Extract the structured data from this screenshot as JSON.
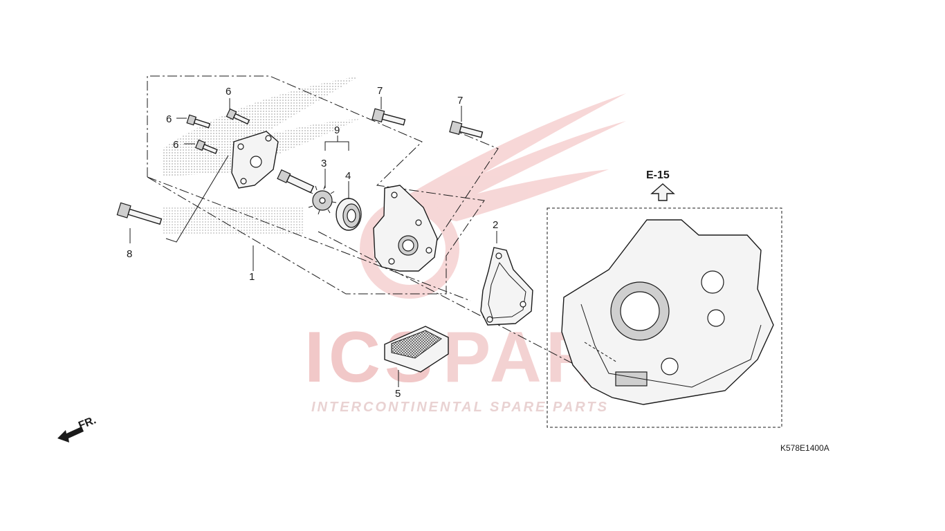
{
  "diagram": {
    "figure_code": "K578E1400A",
    "reference_label": "E-15",
    "front_label": "FR.",
    "callouts": {
      "c1": "1",
      "c2": "2",
      "c3": "3",
      "c4": "4",
      "c5": "5",
      "c6a": "6",
      "c6b": "6",
      "c6c": "6",
      "c7a": "7",
      "c7b": "7",
      "c8": "8",
      "c9": "9"
    }
  },
  "watermark": {
    "brand_ics": "ICS",
    "brand_parts": "PARTS",
    "tagline": "INTERCONTINENTAL SPARE PARTS",
    "background_brand": "HONDA",
    "color": "#f1c8c8"
  },
  "icons": {
    "oil_pump": "oil-pump-assembly-icon",
    "gasket": "gasket-icon",
    "strainer": "oil-strainer-icon",
    "crankcase": "crankcase-icon",
    "bolt": "bolt-icon",
    "arrow_up": "arrow-up-icon",
    "front_arrow": "front-arrow-icon"
  }
}
